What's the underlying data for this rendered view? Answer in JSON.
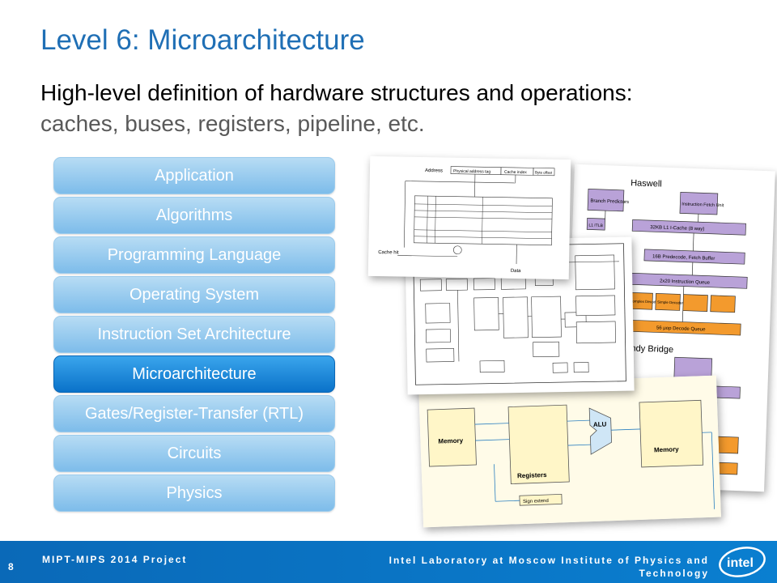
{
  "slide": {
    "title": "Level 6: Microarchitecture",
    "subtitle_lead": "High-level definition of hardware structures and operations:",
    "subtitle_rest": "caches, buses, registers, pipeline, etc."
  },
  "layers": [
    {
      "label": "Application"
    },
    {
      "label": "Algorithms"
    },
    {
      "label": "Programming Language"
    },
    {
      "label": "Operating System"
    },
    {
      "label": "Instruction Set Architecture"
    },
    {
      "label": "Microarchitecture",
      "active": true
    },
    {
      "label": "Gates/Register-Transfer (RTL)"
    },
    {
      "label": "Circuits"
    },
    {
      "label": "Physics"
    }
  ],
  "diagrams": {
    "cache": {
      "address": "Address",
      "tag": "Physical address tag",
      "index": "Cache index",
      "offset": "Byte offset",
      "hit": "Cache hit",
      "data": "Data"
    },
    "haswell": {
      "title": "Haswell",
      "branch": "Branch Predictors",
      "fetch": "Instruction Fetch Unit",
      "itlb": "L1 ITLB",
      "icache": "32KB L1 I-Cache (8 way)",
      "predecode": "16B Predecode, Fetch Buffer",
      "queue": "2x20 Instruction Queue",
      "complex": "Complex Decoder",
      "simple": "Simple Decoder",
      "uop_queue": "56 μop Decode Queue",
      "sandy": "Sandy Bridge"
    },
    "datapath": {
      "memory": "Memory",
      "registers": "Registers",
      "alu": "ALU",
      "sign_extend": "Sign extend",
      "data_memory": "Memory"
    }
  },
  "footer": {
    "page": "8",
    "left": "MIPT-MIPS 2014 Project",
    "right": "Intel Laboratory at Moscow Institute of Physics and Technology",
    "logo": "intel"
  },
  "colors": {
    "title": "#1f6fb5",
    "layer": "#8cc4ec",
    "layer_active": "#0a72c9",
    "footer": "#0a71c5",
    "purple": "#b9a2d8",
    "orange": "#f39a2d",
    "yellow": "#fff6c8"
  }
}
